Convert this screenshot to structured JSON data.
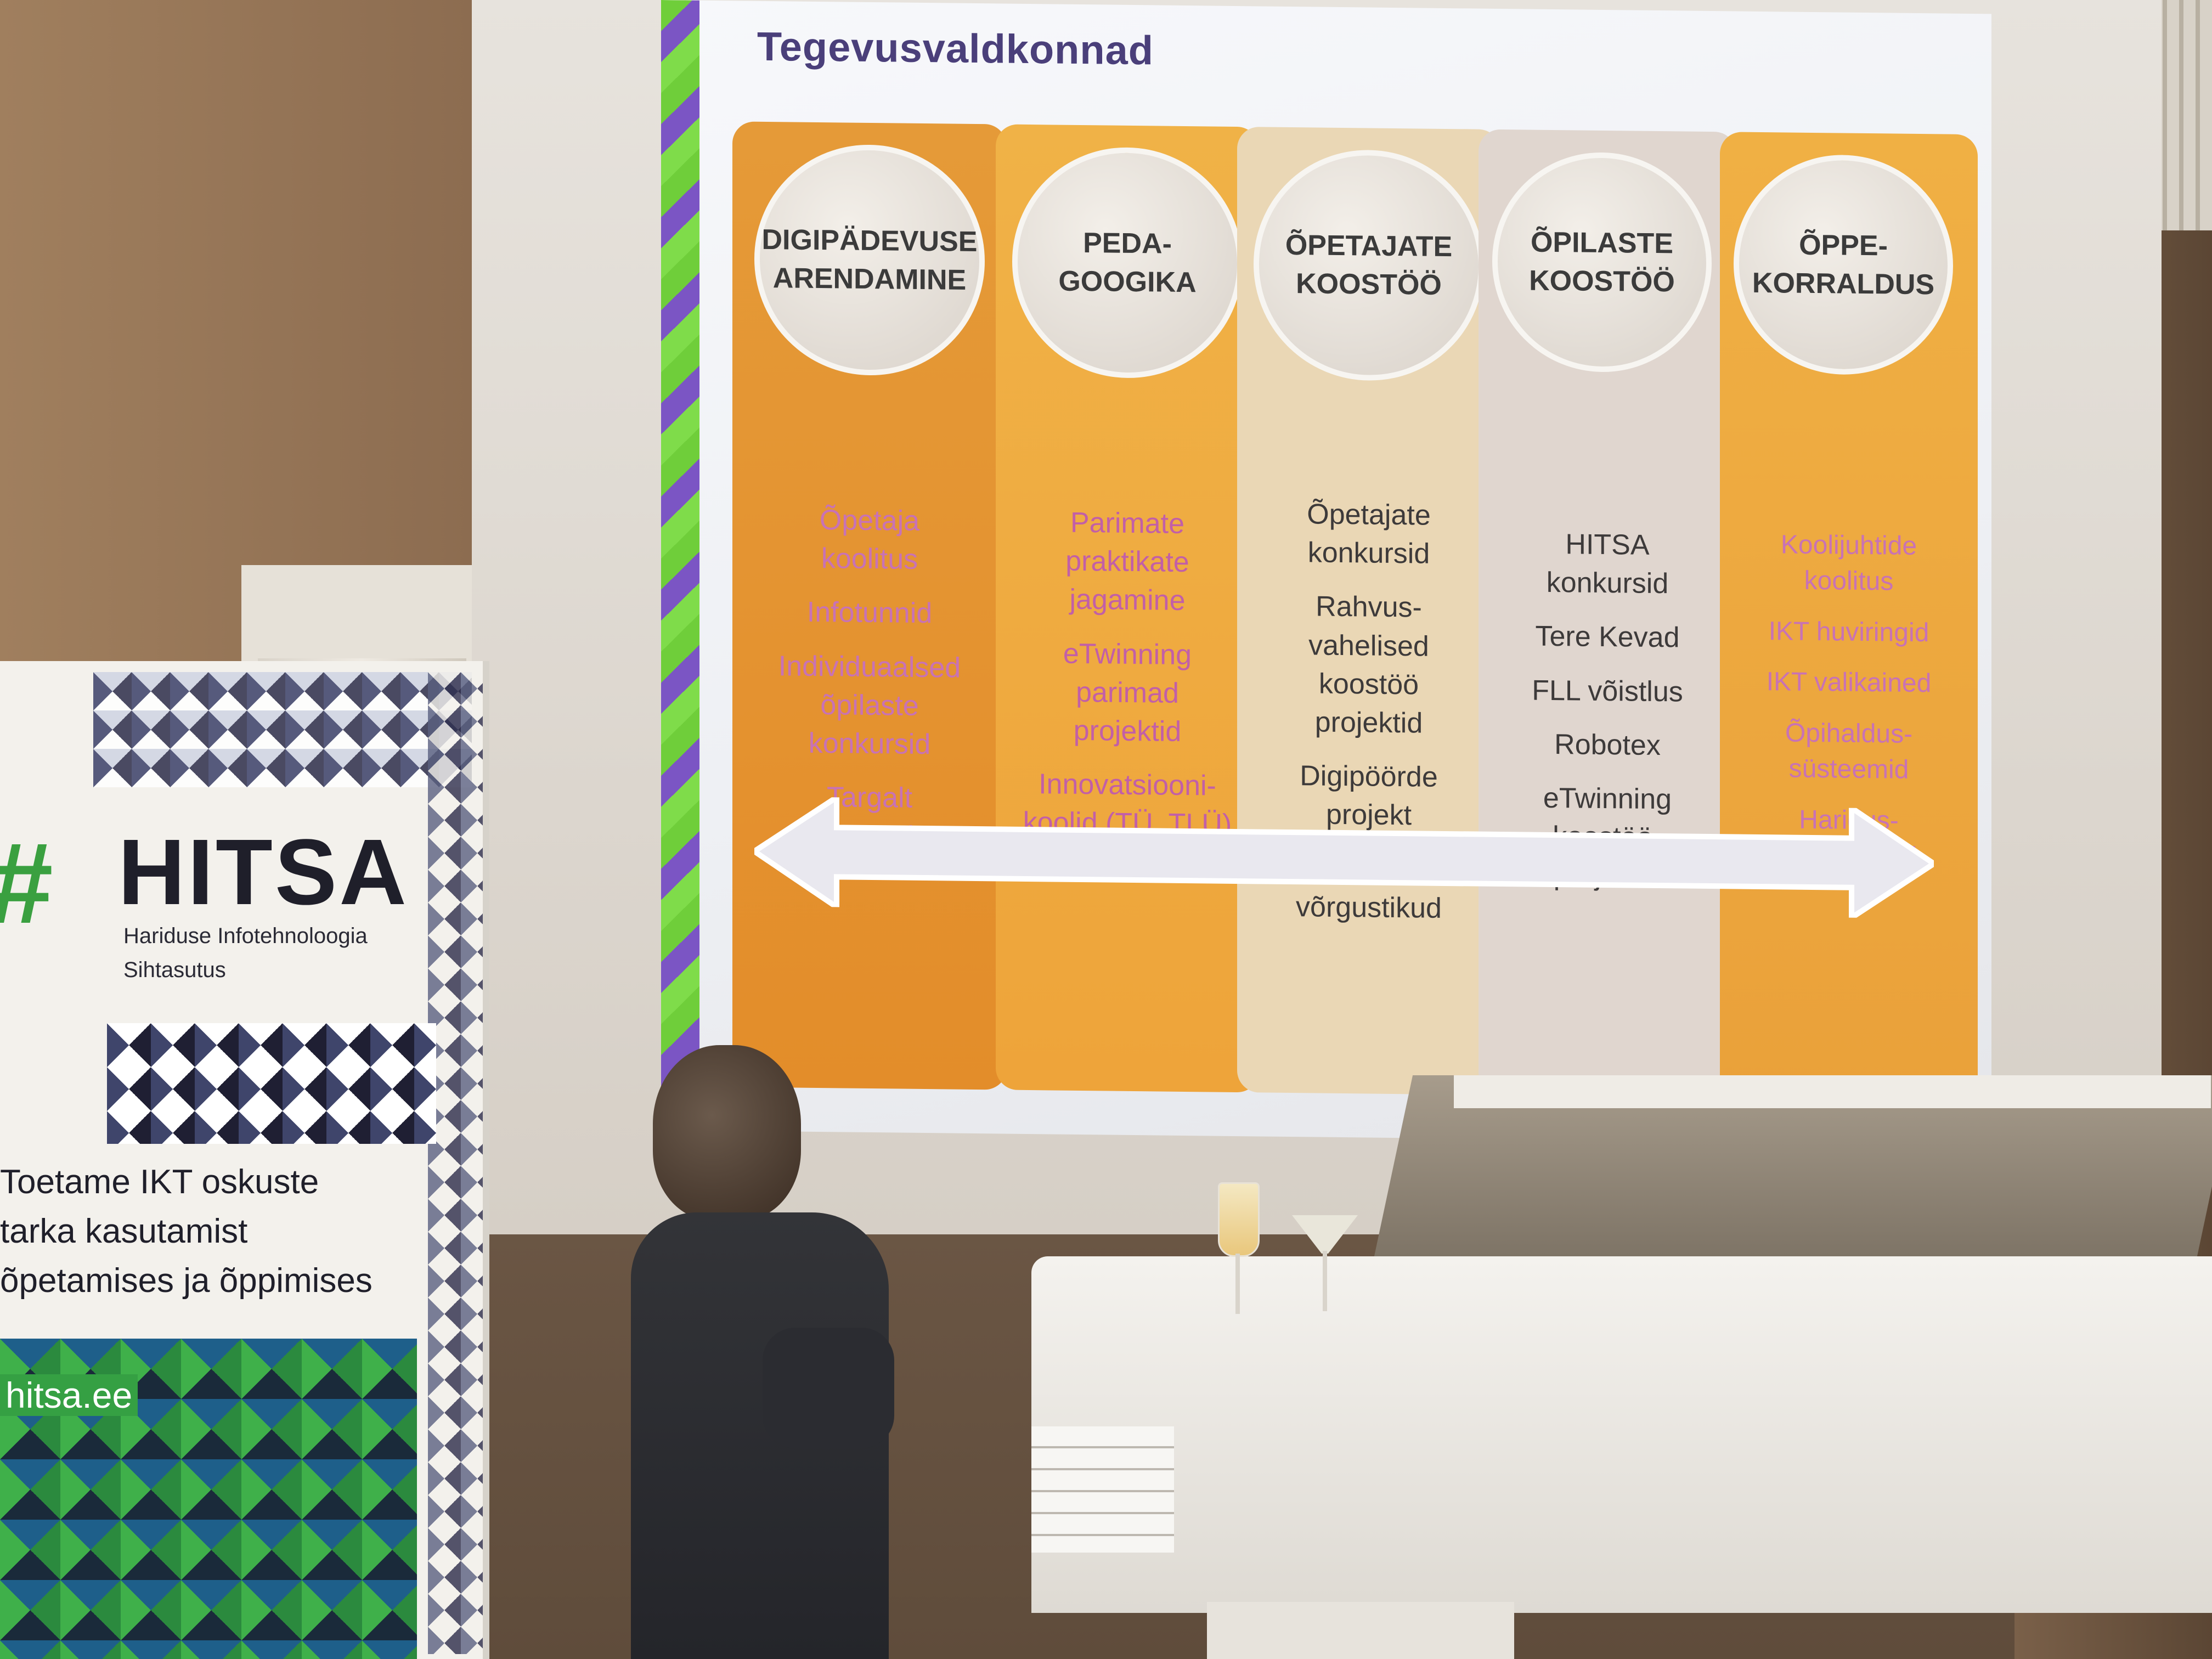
{
  "slide": {
    "title": "Tegevusvaldkonnad",
    "columns": [
      {
        "heading": "DIGIPÄDEVUSE\nARENDAMINE",
        "items": [
          "Õpetaja\nkoolitus",
          "Infotunnid",
          "Individuaalsed\nõpilaste\nkonkursid",
          "Targalt\nInternetis"
        ]
      },
      {
        "heading": "PEDA-\nGOOGIKA",
        "items": [
          "Parimate\npraktikate\njagamine",
          "eTwinning\nparimad\nprojektid",
          "Innovatsiooni-\nkoolid (TÜ, TLÜ)"
        ]
      },
      {
        "heading": "ÕPETAJATE\nKOOSTÖÖ",
        "items": [
          "Õpetajate\nkonkursid",
          "Rahvus-\nvahelised\nkoostöö\nprojektid",
          "Digipöörde\nprojekt",
          "Õpetajate\nvõrgustikud"
        ]
      },
      {
        "heading": "ÕPILASTE\nKOOSTÖÖ",
        "items": [
          "HITSA\nkonkursid",
          "Tere Kevad",
          "FLL võistlus",
          "Robotex",
          "eTwinning\nkoostöö-\nprojektid"
        ]
      },
      {
        "heading": "ÕPPE-\nKORRALDUS",
        "items": [
          "Koolijuhtide\nkoolitus",
          "IKT huviringid",
          "IKT valikained",
          "Õpihaldus-\nsüsteemid",
          "Haridus-\ntehnoloogid"
        ]
      }
    ]
  },
  "banner": {
    "logo_text": "HITSA",
    "subtitle": "Hariduse Infotehnoloogia\nSihtasutus",
    "tagline": "Toetame IKT oskuste\ntarka kasutamist\nõpetamises ja õppimises",
    "url": "hitsa.ee"
  },
  "colors": {
    "title": "#4a3f7a",
    "col_orange": "#e38d2a",
    "col_amber": "#eea43a",
    "col_beige": "#ead7b5",
    "col_grey": "#e0d6cf",
    "text_pink": "#c872b5",
    "brand_green": "#35a043"
  }
}
